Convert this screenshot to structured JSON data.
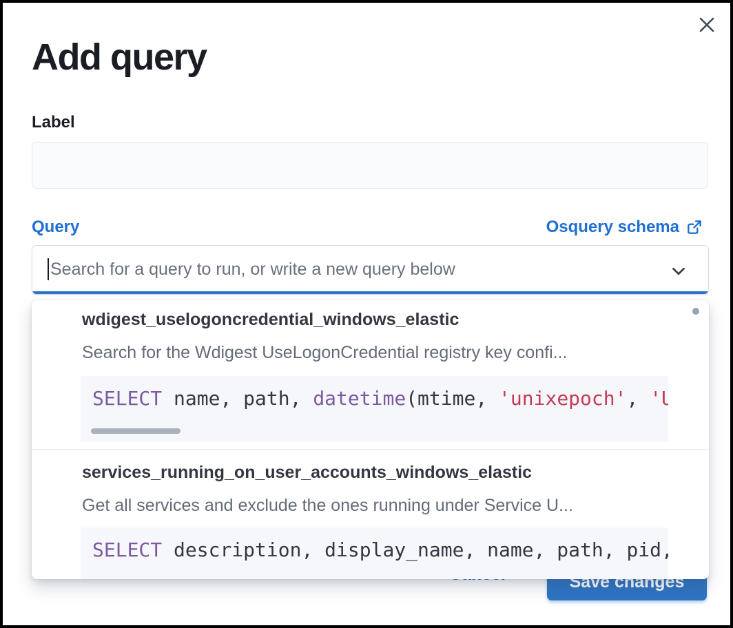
{
  "modal": {
    "title": "Add query"
  },
  "label_field": {
    "label": "Label",
    "value": "",
    "placeholder": ""
  },
  "query_field": {
    "label": "Query",
    "schema_link_text": "Osquery schema",
    "placeholder": "Search for a query to run, or write a new query below",
    "value": ""
  },
  "dropdown": {
    "options": [
      {
        "title": "wdigest_uselogoncredential_windows_elastic",
        "description": "Search for the Wdigest UseLogonCredential registry key confi...",
        "code_segments": [
          {
            "type": "keyword",
            "text": "SELECT"
          },
          {
            "type": "plain",
            "text": " name, path, "
          },
          {
            "type": "keyword",
            "text": "datetime"
          },
          {
            "type": "plain",
            "text": "(mtime, "
          },
          {
            "type": "string",
            "text": "'unixepoch'"
          },
          {
            "type": "plain",
            "text": ", "
          },
          {
            "type": "string",
            "text": "'U"
          }
        ]
      },
      {
        "title": "services_running_on_user_accounts_windows_elastic",
        "description": "Get all services and exclude the ones running under Service U...",
        "code_segments": [
          {
            "type": "keyword",
            "text": "SELECT"
          },
          {
            "type": "plain",
            "text": " description, display_name, name, path, pid,"
          }
        ]
      }
    ]
  },
  "footer": {
    "cancel_label": "Cancel",
    "save_label": "Save changes"
  },
  "colors": {
    "link_blue": "#1f6fd2",
    "button_blue": "#2e73c3",
    "title_text": "#1a1d23",
    "option_title_text": "#343741",
    "muted_text": "#646a77",
    "code_keyword": "#7c5aa0",
    "code_string": "#c43a54",
    "code_background": "#f5f7fa"
  }
}
